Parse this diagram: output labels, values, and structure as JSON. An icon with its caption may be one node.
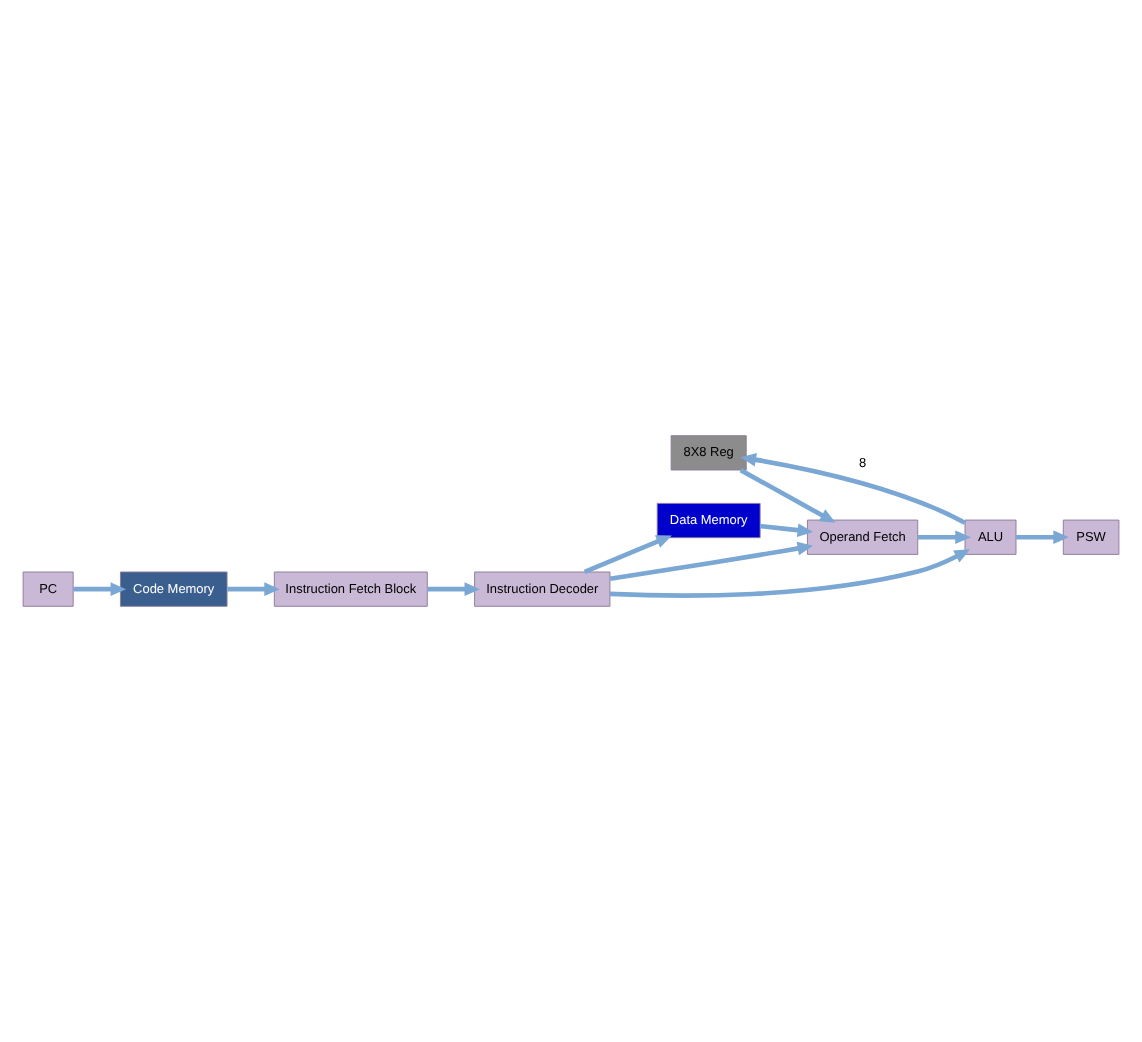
{
  "diagram": {
    "nodes": [
      {
        "text": [
          "8X8 Reg"
        ]
      },
      {
        "text": [
          "Data Memory"
        ]
      },
      {
        "text": [
          "Operand Fetch"
        ]
      },
      {
        "text": [
          "PSW"
        ]
      },
      {
        "text": [
          "ALU"
        ]
      },
      {
        "text": [
          "Instruction Decoder"
        ]
      },
      {
        "text": [
          "PC"
        ]
      },
      {
        "text": [
          "Code Memory"
        ]
      },
      {
        "text": [
          "Instruction Fetch Block"
        ]
      }
    ],
    "edges": [
      {
        "from": 0,
        "to": 2,
        "arrow": "to"
      },
      {
        "from": 1,
        "to": 2,
        "arrow": "to"
      },
      {
        "from": 2,
        "to": 4,
        "arrow": "to"
      },
      {
        "from": 4,
        "to": 0,
        "arrow": "to",
        "label": "8"
      },
      {
        "from": 4,
        "to": 3,
        "arrow": "to"
      },
      {
        "from": 5,
        "to": 2,
        "arrow": "to"
      },
      {
        "from": 5,
        "to": 1,
        "arrow": "to"
      },
      {
        "from": 5,
        "to": 4,
        "arrow": "to"
      },
      {
        "from": 8,
        "to": 5,
        "arrow": "to"
      },
      {
        "from": 6,
        "to": 7,
        "arrow": "to"
      },
      {
        "from": 7,
        "to": 8,
        "arrow": "to"
      }
    ]
  }
}
